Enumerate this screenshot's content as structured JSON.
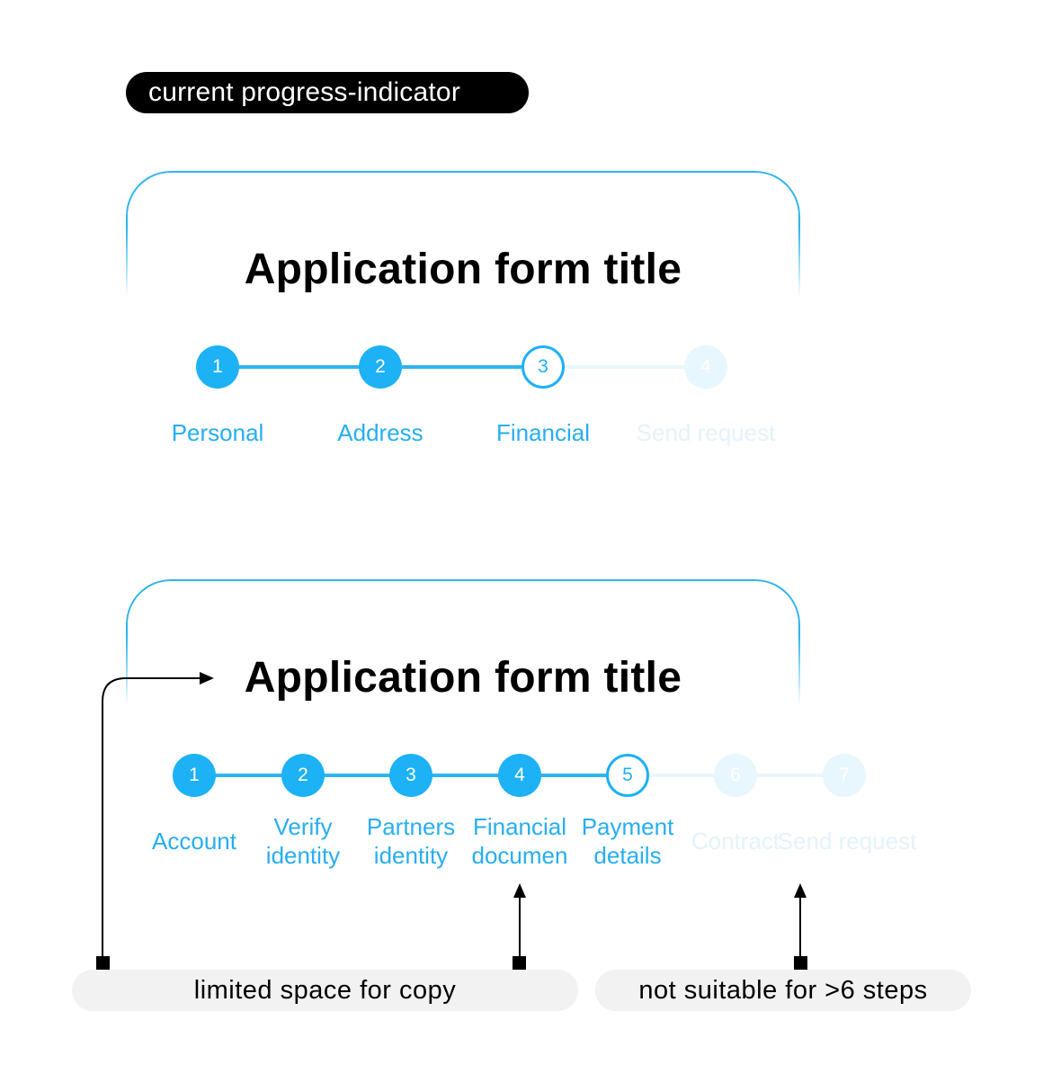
{
  "badge": {
    "label": "current progress-indicator"
  },
  "flow_a": {
    "title": "Application form title",
    "steps": [
      {
        "number": "1",
        "label": "Personal",
        "state": "done"
      },
      {
        "number": "2",
        "label": "Address",
        "state": "done"
      },
      {
        "number": "3",
        "label": "Financial",
        "state": "active"
      },
      {
        "number": "4",
        "label": "Send request",
        "state": "todo"
      }
    ]
  },
  "flow_b": {
    "title": "Application form title",
    "steps": [
      {
        "number": "1",
        "label": "Account",
        "state": "done"
      },
      {
        "number": "2",
        "label": "Verify\nidentity",
        "state": "done"
      },
      {
        "number": "3",
        "label": "Partners\nidentity",
        "state": "done"
      },
      {
        "number": "4",
        "label": "Financial\ndocumen",
        "state": "done"
      },
      {
        "number": "5",
        "label": "Payment\ndetails",
        "state": "active"
      },
      {
        "number": "6",
        "label": "Contract",
        "state": "todo"
      },
      {
        "number": "7",
        "label": "Send request",
        "state": "todo"
      }
    ]
  },
  "notes": {
    "limited_space": "limited space for copy",
    "too_many_steps": "not suitable for >6 steps"
  },
  "colors": {
    "accent": "#1db1f5",
    "accent_text": "#27aef0",
    "inactive": "#e8f6fd",
    "badge_bg": "#000000",
    "note_bg": "#f2f2f2"
  }
}
